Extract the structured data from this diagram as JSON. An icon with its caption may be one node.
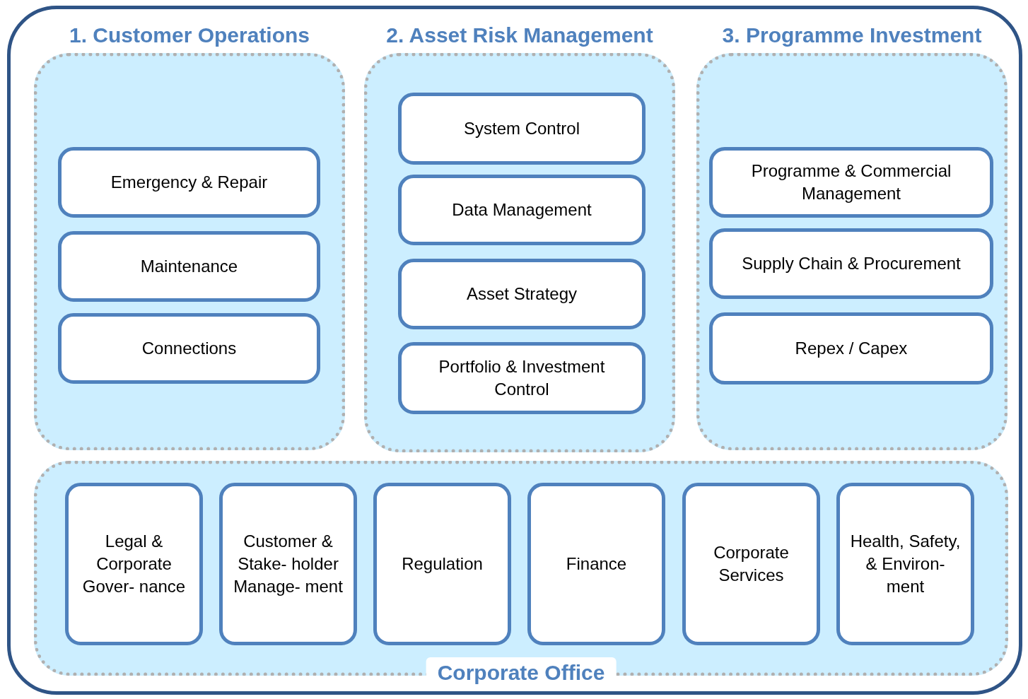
{
  "diagram": {
    "nodes": [
      {
        "text": [
          "1. Customer Operations"
        ]
      },
      {
        "text": [
          "Emergency & Repair"
        ],
        "in": 0
      },
      {
        "text": [
          "Maintenance"
        ],
        "in": 0
      },
      {
        "text": [
          "Connections"
        ],
        "in": 0
      },
      {
        "text": [
          "2. Asset Risk Management"
        ]
      },
      {
        "text": [
          "System Control"
        ],
        "in": 4
      },
      {
        "text": [
          "Data Management"
        ],
        "in": 4
      },
      {
        "text": [
          "Asset Strategy"
        ],
        "in": 4
      },
      {
        "text": [
          "Portfolio & Investment Control"
        ],
        "in": 4
      },
      {
        "text": [
          "3. Programme Investment"
        ]
      },
      {
        "text": [
          "Programme & Commercial Management"
        ],
        "in": 9
      },
      {
        "text": [
          "Supply Chain & Procurement"
        ],
        "in": 9
      },
      {
        "text": [
          "Repex / Capex"
        ],
        "in": 9
      },
      {
        "text": [
          "Corporate Office"
        ]
      },
      {
        "text": [
          "Legal & Corporate Gover- nance"
        ],
        "in": 13
      },
      {
        "text": [
          "Customer & Stake- holder Manage- ment"
        ],
        "in": 13
      },
      {
        "text": [
          "Regulation"
        ],
        "in": 13
      },
      {
        "text": [
          "Finance"
        ],
        "in": 13
      },
      {
        "text": [
          "Corporate Services"
        ],
        "in": 13
      },
      {
        "text": [
          "Health, Safety, & Environ- ment"
        ],
        "in": 13
      }
    ]
  }
}
